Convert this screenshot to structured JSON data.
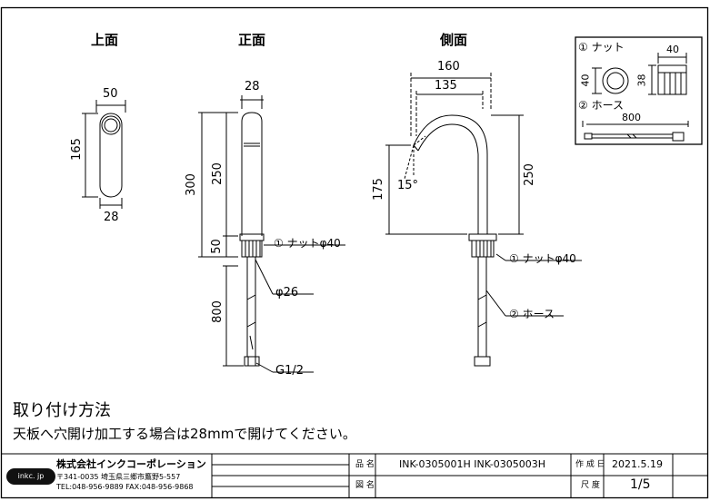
{
  "views": {
    "top": "上面",
    "front": "正面",
    "side": "側面"
  },
  "top_view": {
    "width": "50",
    "length": "165",
    "bottom_width": "28"
  },
  "front_view": {
    "top_width": "28",
    "overall_height": "300",
    "spout_height": "250",
    "base_height": "50",
    "hose_length": "800",
    "nut_callout": "① ナットφ40",
    "diameter_callout": "φ26",
    "thread_callout": "G1/2"
  },
  "side_view": {
    "reach_overall": "160",
    "reach_inner": "135",
    "outlet_height": "175",
    "height": "250",
    "angle": "15°",
    "nut_callout": "① ナットφ40",
    "hose_callout": "② ホース"
  },
  "parts_box": {
    "nut_label": "① ナット",
    "nut_width": "40",
    "nut_outer": "40",
    "nut_height": "38",
    "hose_label": "② ホース",
    "hose_length": "800"
  },
  "install": {
    "title": "取り付け方法",
    "text": "天板へ穴開け加工する場合は28mmで開けてください。"
  },
  "title_block": {
    "logo": "inkc. jp",
    "company": "株式会社インクコーポレーション",
    "address": "〒341-0035 埼玉県三郷市鷹野5-557",
    "phone": "TEL:048-956-9889  FAX:048-956-9868",
    "product_name_label": "品 名",
    "product_name": "INK-0305001H  INK-0305003H",
    "drawing_name_label": "図 名",
    "date_label": "作 成 日",
    "date": "2021.5.19",
    "scale_label": "尺 度",
    "scale": "1/5"
  }
}
